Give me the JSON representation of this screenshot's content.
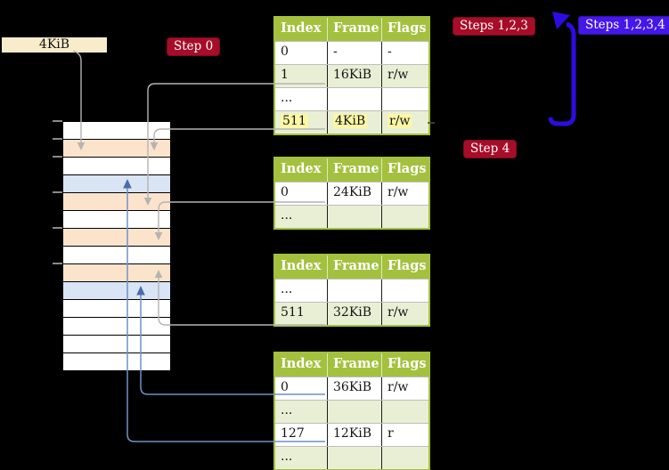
{
  "palette": {
    "background": "#000000",
    "table_header_bg": "#a3c13e",
    "table_border": "#a3c13e",
    "table_row_alt_bg": "#e9efd4",
    "highlight": "#fcf7a5",
    "crimson_badge_bg": "#a70d28",
    "blue_badge_bg": "#4517e8",
    "blue_arrow": "#2d0ce2",
    "gray_line": "#b4b4b4",
    "blue_line": "#6f92c4",
    "memory_peach": "#fce4cc",
    "memory_blue": "#d9e4f4",
    "memory_white": "#ffffff",
    "label_box_bg": "#f9eccb"
  },
  "labels": {
    "frame_size": "4KiB",
    "step0": "Step 0",
    "steps123": "Steps 1,2,3",
    "steps1234": "Steps 1,2,3,4",
    "step4": "Step 4"
  },
  "tables": [
    {
      "headers": [
        "Index",
        "Frame",
        "Flags"
      ],
      "rows": [
        {
          "cells": [
            "0",
            "-",
            "-"
          ],
          "alt": false,
          "highlight": false
        },
        {
          "cells": [
            "1",
            "16KiB",
            "r/w"
          ],
          "alt": true,
          "highlight": false
        },
        {
          "cells": [
            "...",
            "",
            ""
          ],
          "alt": false,
          "highlight": false
        },
        {
          "cells": [
            "511",
            "4KiB",
            "r/w"
          ],
          "alt": true,
          "highlight": true
        }
      ]
    },
    {
      "headers": [
        "Index",
        "Frame",
        "Flags"
      ],
      "rows": [
        {
          "cells": [
            "0",
            "24KiB",
            "r/w"
          ],
          "alt": false,
          "highlight": false
        },
        {
          "cells": [
            "...",
            "",
            ""
          ],
          "alt": true,
          "highlight": false
        }
      ]
    },
    {
      "headers": [
        "Index",
        "Frame",
        "Flags"
      ],
      "rows": [
        {
          "cells": [
            "...",
            "",
            ""
          ],
          "alt": false,
          "highlight": false
        },
        {
          "cells": [
            "511",
            "32KiB",
            "r/w"
          ],
          "alt": true,
          "highlight": false
        }
      ]
    },
    {
      "headers": [
        "Index",
        "Frame",
        "Flags"
      ],
      "rows": [
        {
          "cells": [
            "0",
            "36KiB",
            "r/w"
          ],
          "alt": false,
          "highlight": false
        },
        {
          "cells": [
            "...",
            "",
            ""
          ],
          "alt": true,
          "highlight": false
        },
        {
          "cells": [
            "127",
            "12KiB",
            "r"
          ],
          "alt": false,
          "highlight": false
        },
        {
          "cells": [
            "...",
            "",
            ""
          ],
          "alt": true,
          "highlight": false
        }
      ]
    }
  ],
  "memory": {
    "row_colors": [
      "white",
      "peach",
      "white",
      "blue",
      "peach",
      "white",
      "peach",
      "white",
      "peach",
      "blue",
      "white",
      "white",
      "white",
      "white"
    ]
  }
}
